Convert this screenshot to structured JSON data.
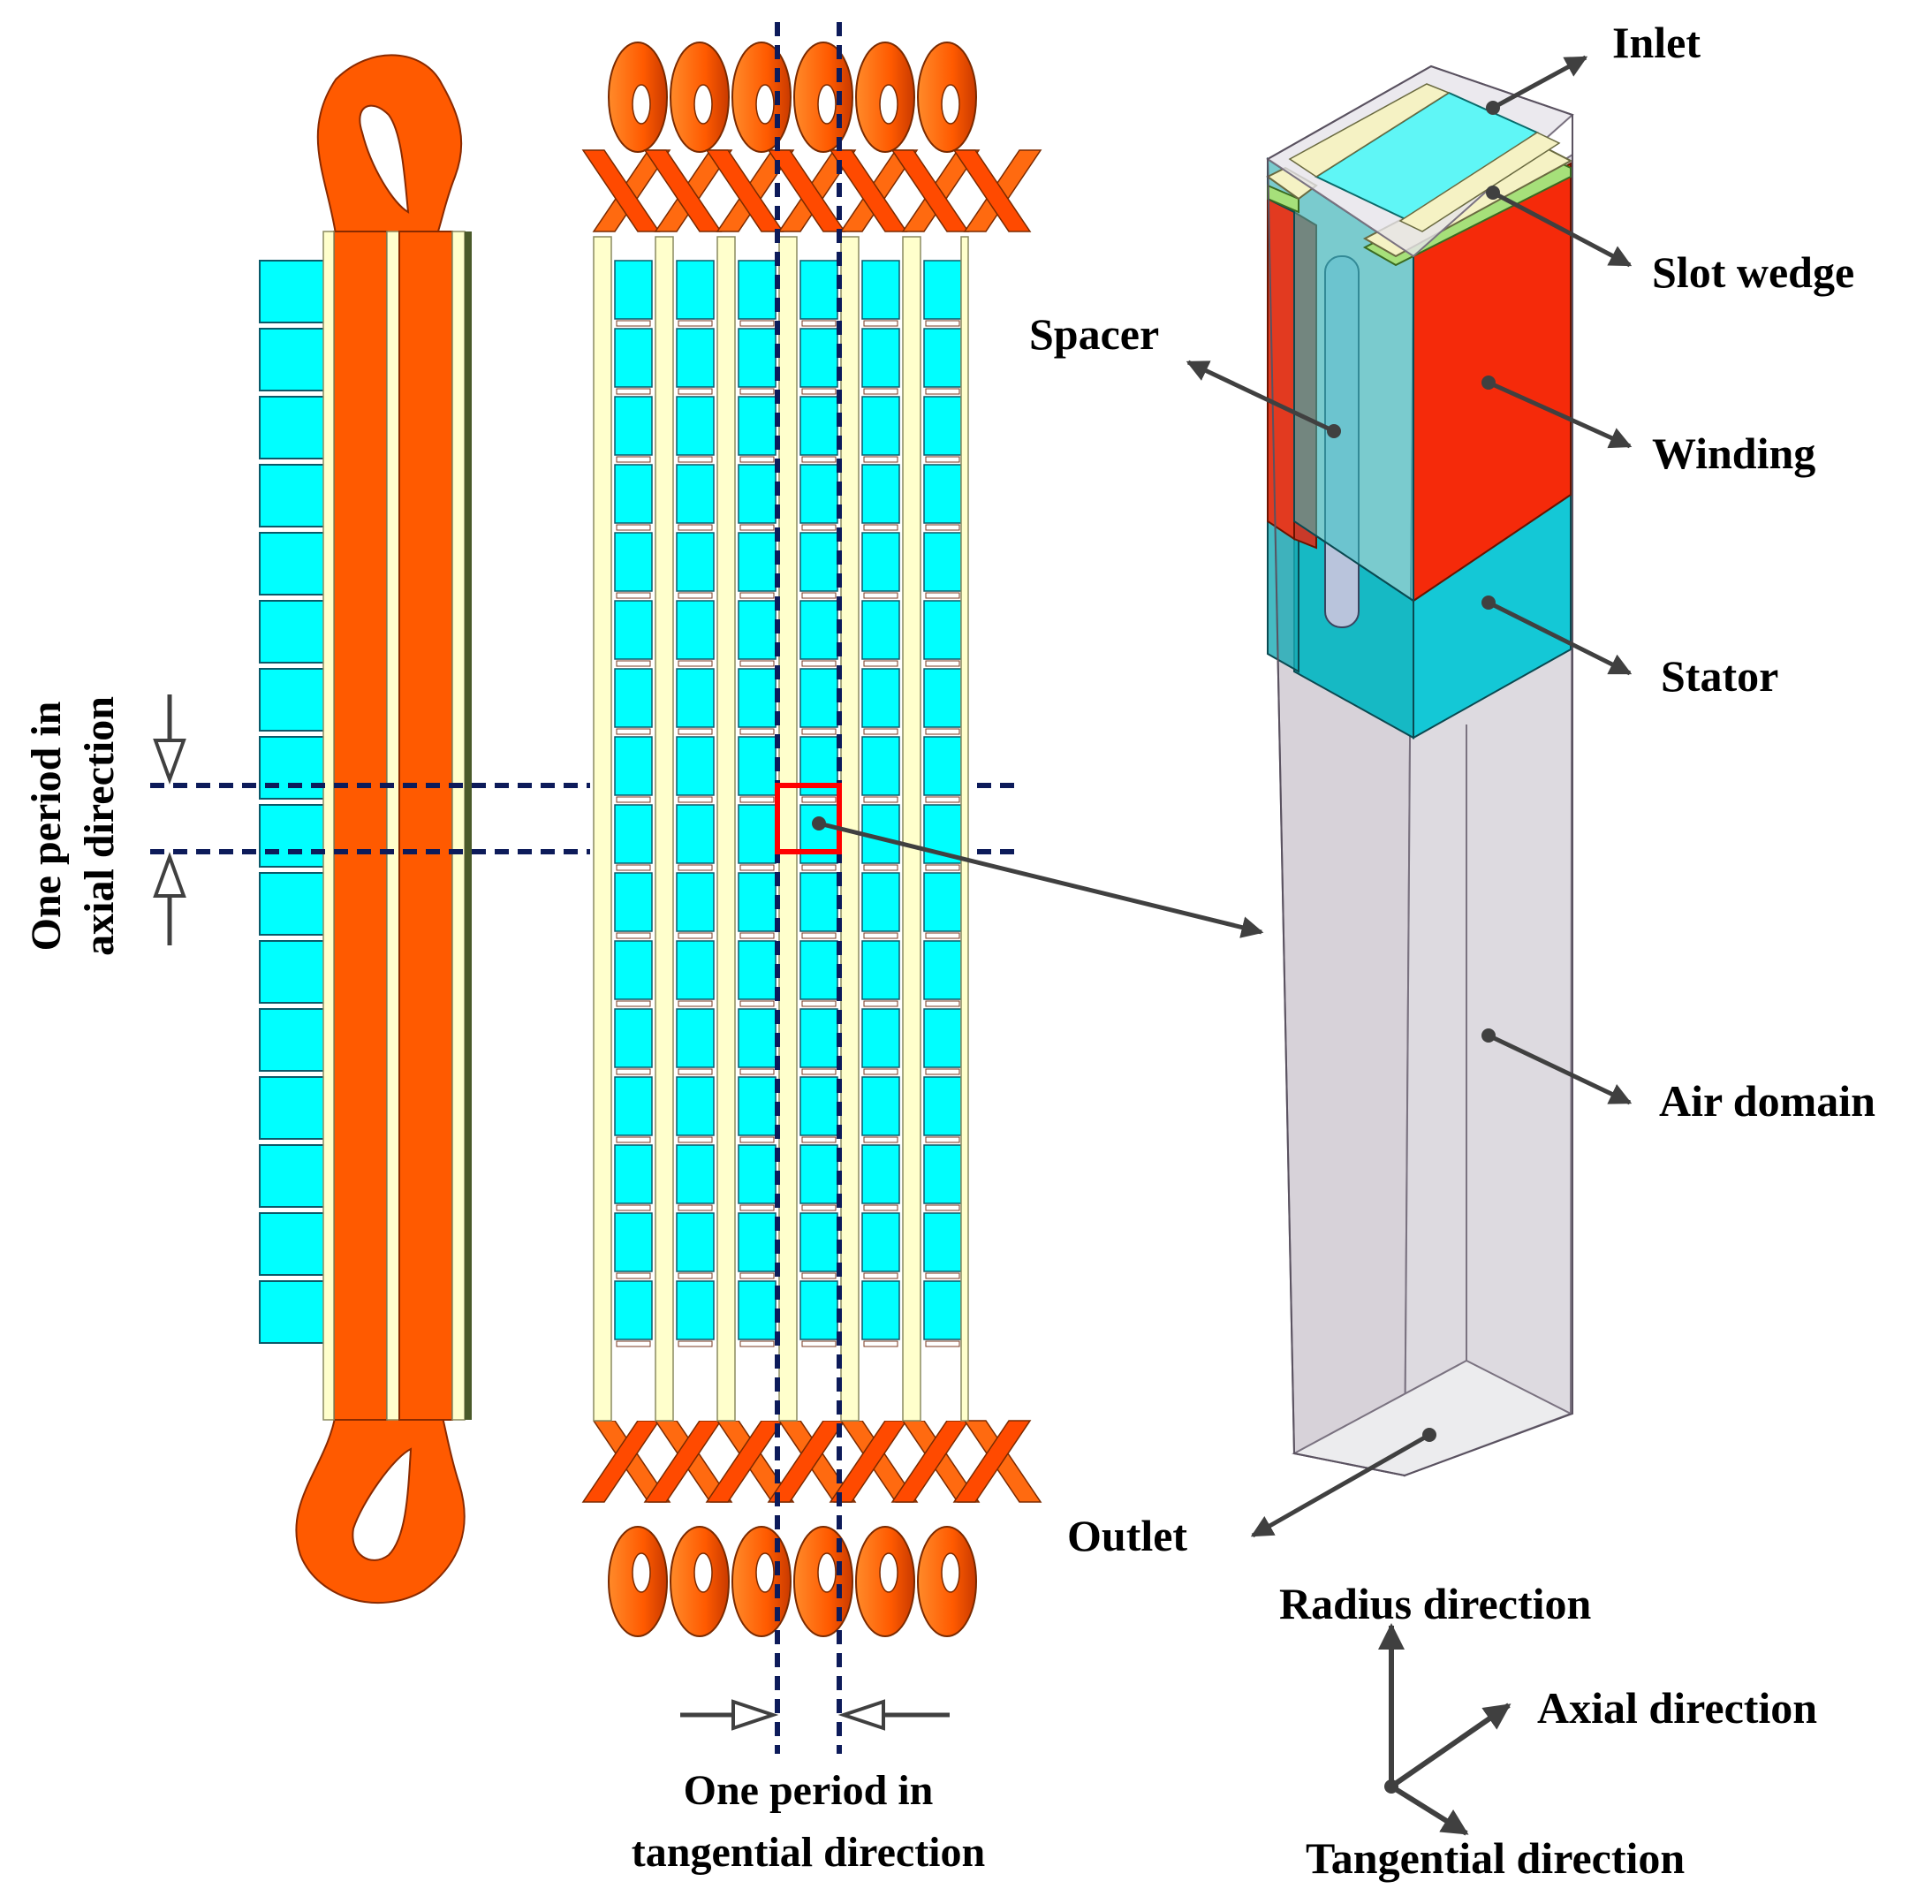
{
  "labels": {
    "inlet": "Inlet",
    "slot_wedge": "Slot wedge",
    "spacer": "Spacer",
    "winding": "Winding",
    "stator": "Stator",
    "air_domain": "Air domain",
    "outlet": "Outlet",
    "radius_direction": "Radius direction",
    "axial_direction": "Axial direction",
    "tangential_direction": "Tangential direction",
    "axial_period_line1": "One period in",
    "axial_period_line2": "axial direction",
    "tangential_period_line1": "One period in",
    "tangential_period_line2": "tangential direction"
  },
  "colors": {
    "stator": "#00ffff",
    "stator_block": "#16c9d8",
    "winding": "#ff5a00",
    "winding_dark": "#e23a00",
    "winding_block": "#ff2a00",
    "insulation": "#ffffcc",
    "slot_wedge": "#a6e07a",
    "spacer": "#b9c4dc",
    "air": "#cfcbd3",
    "period_line": "#0d1b5a",
    "highlight": "#ff0000",
    "arrow": "#404040"
  }
}
